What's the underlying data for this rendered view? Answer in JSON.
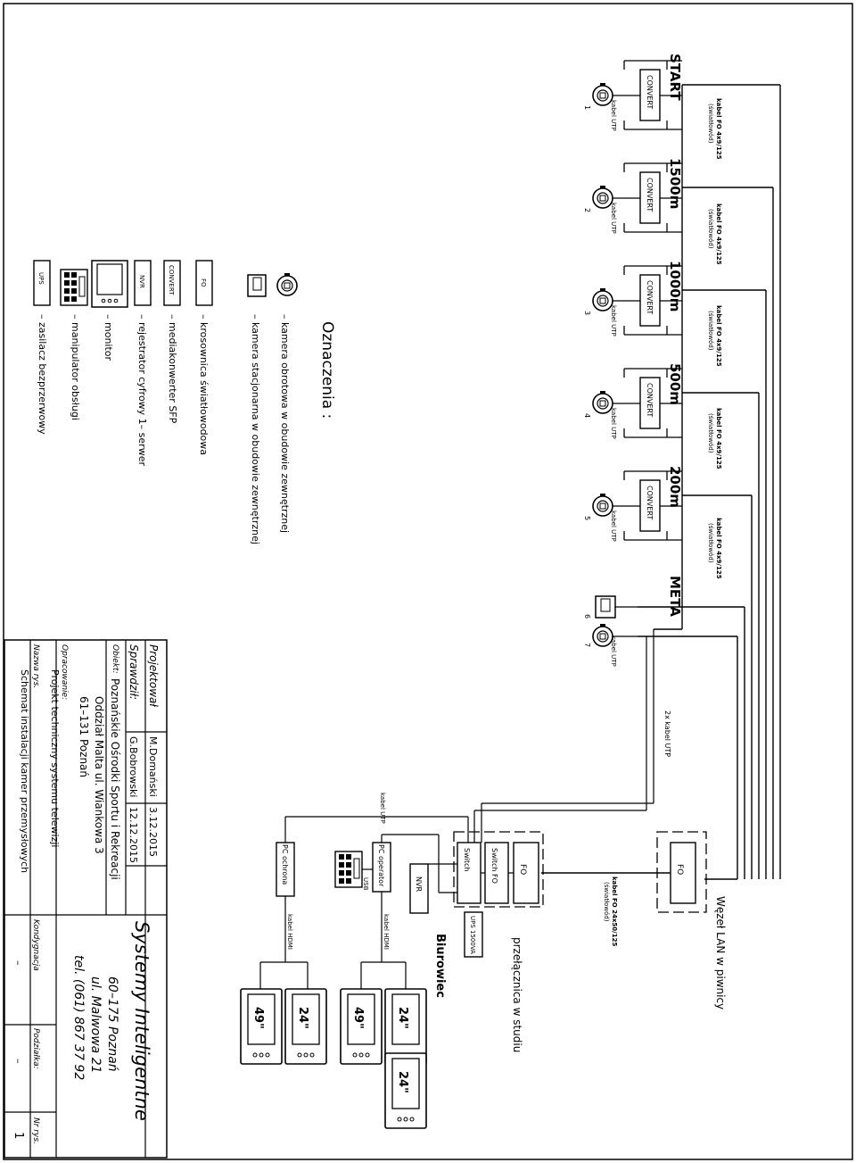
{
  "chain": {
    "segments": [
      {
        "distance": "START",
        "device": "CONVERT",
        "cam_no": "1",
        "cable_utp": "kabel UTP",
        "cable_fo": "kabel FO 4x9/125",
        "cable_fo_note": "(światłowód)"
      },
      {
        "distance": "1500m",
        "device": "CONVERT",
        "cam_no": "2",
        "cable_utp": "kabel UTP",
        "cable_fo": "kabel FO 4x9/125",
        "cable_fo_note": "(światłowód)"
      },
      {
        "distance": "1000m",
        "device": "CONVERT",
        "cam_no": "3",
        "cable_utp": "kabel UTP",
        "cable_fo": "kabel FO 4x9/125",
        "cable_fo_note": "(światłowód)"
      },
      {
        "distance": "500m",
        "device": "CONVERT",
        "cam_no": "4",
        "cable_utp": "kabel UTP",
        "cable_fo": "kabel FO 4x9/125",
        "cable_fo_note": "(światłowód)"
      },
      {
        "distance": "200m",
        "device": "CONVERT",
        "cam_no": "5",
        "cable_utp": "kabel UTP",
        "cable_fo": "kabel FO 4x9/125",
        "cable_fo_note": "(światłowód)"
      }
    ],
    "meta": {
      "label": "META",
      "cam6_no": "6",
      "cam7_no": "7",
      "cable_utp": "kabel UTP",
      "cable_2x": "2x kabel UTP"
    }
  },
  "lan_node": {
    "label": "Węzeł LAN w piwnicy",
    "fo": "FO",
    "cable": "kabel FO 24x50/125",
    "cable_note": "(światłowód)"
  },
  "studio": {
    "label": "przełącznica w studiu",
    "fo": "FO",
    "switch_fo": "Switch FO",
    "switch": "Switch",
    "ups": "UPS 1500VA"
  },
  "office": {
    "label": "Biurowiec",
    "nvr": "NVR",
    "pc_operator": "PC operator",
    "usb": "USB",
    "pc_ochrona": "PC ochrona",
    "cable_hdmi": "kabel HDMI",
    "cable_utp": "kabel UTP"
  },
  "monitors": {
    "m1": "24\"",
    "m2": "49\"",
    "m3": "24\"",
    "m4": "24\"",
    "m5": "49\""
  },
  "legend": {
    "title": "Oznaczenia :",
    "items": [
      {
        "symbol": "",
        "text": "– kamera obrotowa w obudowie zewnętrznej"
      },
      {
        "symbol": "",
        "text": "– kamera stacjonarna w obudowie zewnętrznej"
      },
      {
        "symbol": "FO",
        "text": "– krosownica światłowodowa"
      },
      {
        "symbol": "CONVERT",
        "text": "– mediakonwerter SFP"
      },
      {
        "symbol": "NVR",
        "text": "– rejestrator cyfrowy 1– serwer"
      },
      {
        "symbol": "",
        "text": "– monitor"
      },
      {
        "symbol": "",
        "text": "– manipulator obsługi"
      },
      {
        "symbol": "UPS",
        "text": "– zasilacz bezprzerwowy"
      }
    ]
  },
  "title_block": {
    "projektowal_label": "Projektował",
    "projektowal_name": "M.Domański",
    "projektowal_date": "3.12.2015",
    "sprawdzil_label": "Sprawdził:",
    "sprawdzil_name": "G.Bobrowski",
    "sprawdzil_date": "12.12.2015",
    "obiekt_label": "Obiekt:",
    "obiekt_lines": [
      "Poznańskie Ośrodki Sportu i Rekreacji",
      "Oddział Malta ul. Wiankowa 3",
      "61–131 Poznań"
    ],
    "opracowanie_label": "Opracowanie:",
    "opracowanie_text": "Projekt techniczny systemu telewizji",
    "nazwa_label": "Nazwa rys.",
    "nazwa_text": "Schemat instalacji kamer przemysłowych",
    "company": "Systemy Inteligentne",
    "company_addr1": "60–175 Poznań",
    "company_addr2": "ul. Malwowa 21",
    "company_tel": "tel. (061) 867 37 92",
    "kondygnacja_label": "Kondygnacja",
    "kondygnacja_value": "–",
    "podzialka_label": "Podziałka:",
    "podzialka_value": "–",
    "nr_label": "Nr rys.",
    "nr_value": "1"
  }
}
